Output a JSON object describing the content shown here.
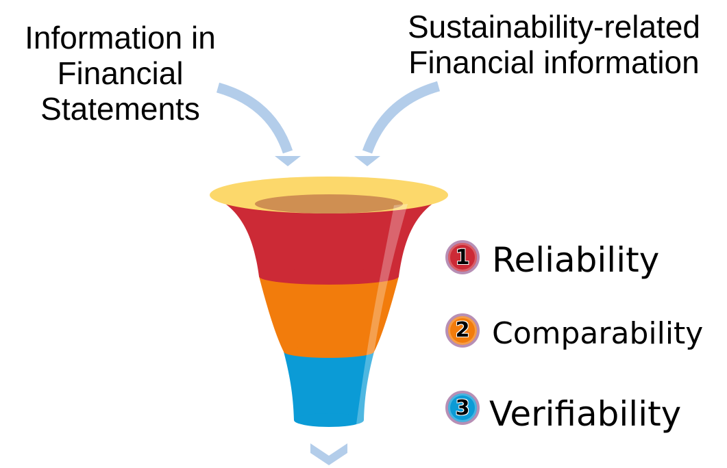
{
  "inputs": {
    "left_label": "Information in\nFinancial\nStatements",
    "right_label": "Sustainability-related\nFinancial information"
  },
  "criteria": [
    {
      "number": "1",
      "label": "Reliability",
      "color": "#cc2a36"
    },
    {
      "number": "2",
      "label": "Comparability",
      "color": "#f27c0c"
    },
    {
      "number": "3",
      "label": "Verifiability",
      "color": "#0b9bd6"
    }
  ],
  "colors": {
    "arrow": "#b3cdea",
    "funnel_rim": "#fcd86b",
    "funnel_inner": "#cf8f52",
    "badge_border": "#b78fb5"
  },
  "icons": [
    "curved-arrow-icon",
    "funnel-icon",
    "chevron-down-icon"
  ]
}
